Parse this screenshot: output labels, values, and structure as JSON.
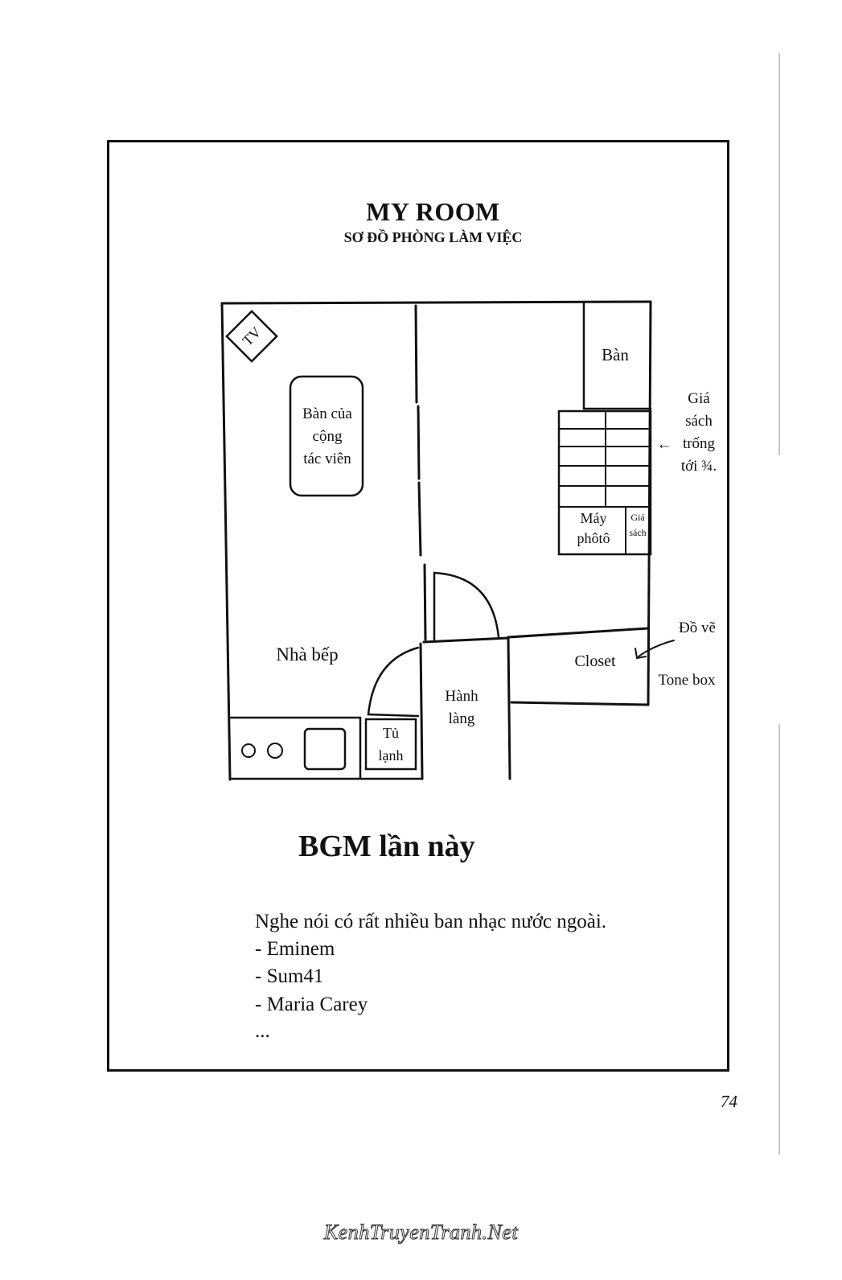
{
  "page": {
    "title": "MY ROOM",
    "subtitle": "SƠ ĐỒ PHÒNG LÀM VIỆC",
    "page_number": "74",
    "watermark": "KenhTruyenTranh.Net"
  },
  "floor_plan": {
    "tv": "TV",
    "assistant_desk": "Bàn của\ncộng\ntác viên",
    "desk": "Bàn",
    "bookshelf_note": "Giá\nsách\ntrống\ntới ¾.",
    "bookshelf_arrow": "←",
    "copier": "Máy\nphôtô",
    "small_shelf": "Giá\nsách",
    "kitchen": "Nhà bếp",
    "hallway": "Hành\nlàng",
    "fridge": "Tủ\nlạnh",
    "closet": "Closet",
    "drawing_supplies": "Đồ vẽ",
    "tone_box": "Tone box"
  },
  "bgm": {
    "title": "BGM lần này",
    "intro": "Nghe nói có rất nhiều ban nhạc nước ngoài.",
    "items": [
      "- Eminem",
      "- Sum41",
      "- Maria Carey",
      "..."
    ]
  }
}
